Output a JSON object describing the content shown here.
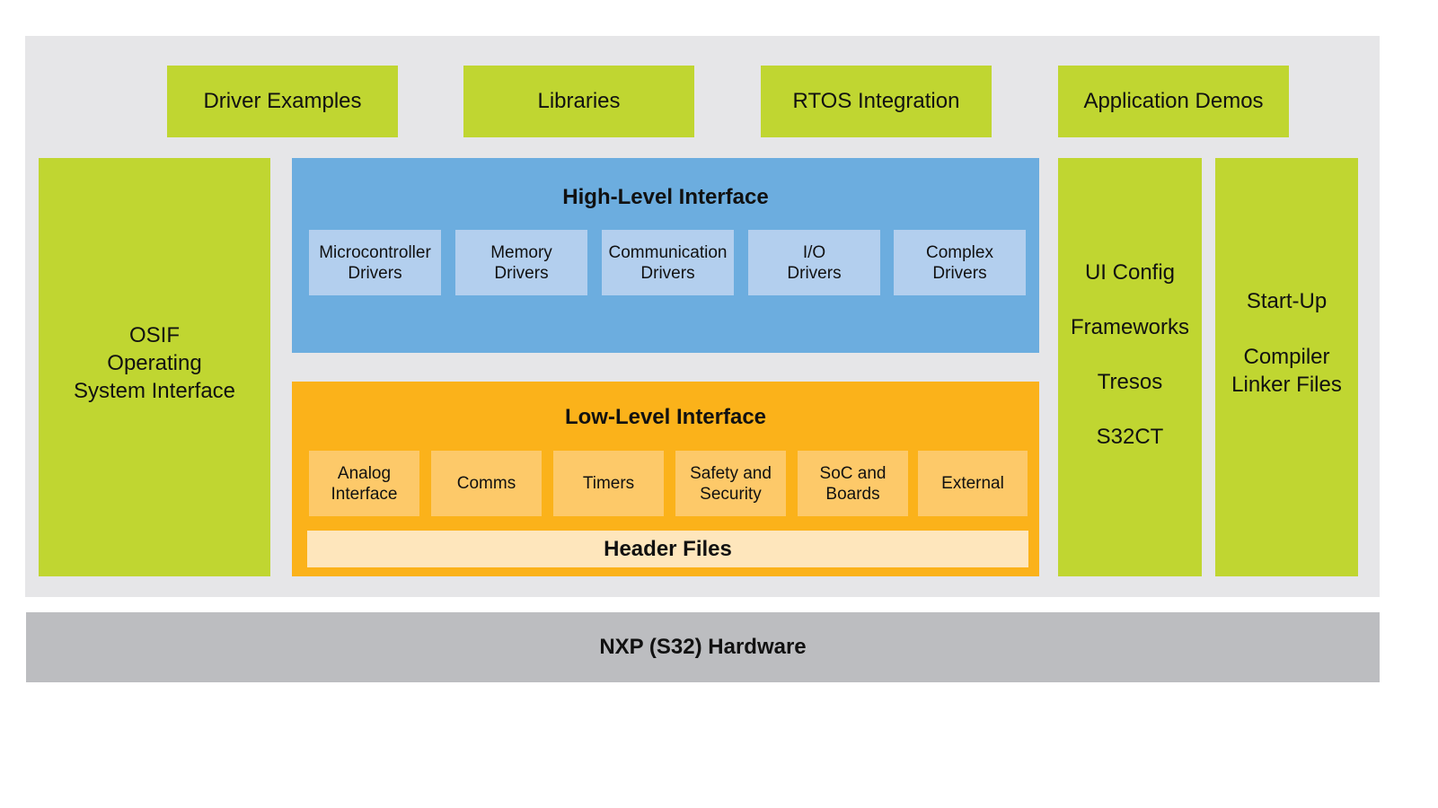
{
  "diagram": {
    "top_row": [
      {
        "label": "Driver Examples"
      },
      {
        "label": "Libraries"
      },
      {
        "label": "RTOS Integration"
      },
      {
        "label": "Application Demos"
      }
    ],
    "osif": {
      "lines": [
        "OSIF",
        "Operating",
        "System Interface"
      ]
    },
    "high_level": {
      "title": "High-Level Interface",
      "items": [
        {
          "line1": "Microcontroller",
          "line2": "Drivers"
        },
        {
          "line1": "Memory",
          "line2": "Drivers"
        },
        {
          "line1": "Communication",
          "line2": "Drivers"
        },
        {
          "line1": "I/O",
          "line2": "Drivers"
        },
        {
          "line1": "Complex",
          "line2": "Drivers"
        }
      ]
    },
    "low_level": {
      "title": "Low-Level Interface",
      "items": [
        {
          "line1": "Analog",
          "line2": "Interface"
        },
        {
          "line1": "Comms",
          "line2": ""
        },
        {
          "line1": "Timers",
          "line2": ""
        },
        {
          "line1": "Safety and",
          "line2": "Security"
        },
        {
          "line1": "SoC and",
          "line2": "Boards"
        },
        {
          "line1": "External",
          "line2": ""
        }
      ],
      "header_files": "Header Files"
    },
    "tools_column": {
      "items": [
        "UI Config",
        "Frameworks",
        "Tresos",
        "S32CT"
      ]
    },
    "startup_column": {
      "items": [
        "Start-Up",
        "Compiler",
        "Linker Files"
      ]
    },
    "hardware": "NXP (S32) Hardware"
  },
  "colors": {
    "panel_bg": "#e6e6e8",
    "green": "#c0d631",
    "high_level_bg": "#6caddf",
    "high_level_item": "#b3cfee",
    "low_level_bg": "#fbb21a",
    "low_level_item": "#fdc969",
    "header_files_bg": "#fee6bc",
    "hardware_bg": "#bcbdc0"
  }
}
